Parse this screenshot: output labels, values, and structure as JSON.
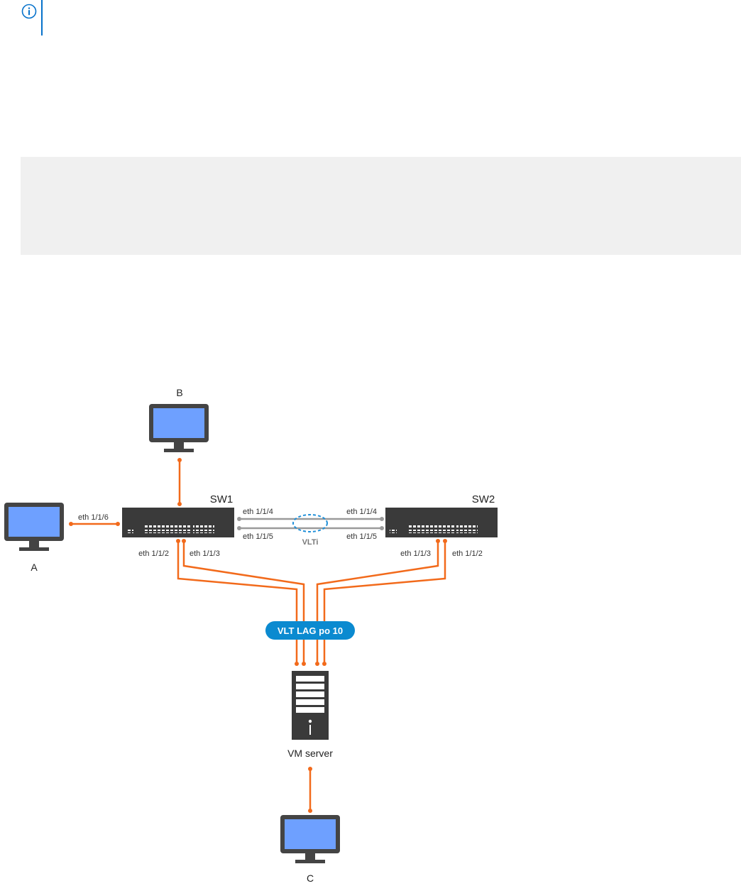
{
  "note": {
    "icon": "info-icon",
    "accent_color": "#0672cb"
  },
  "code_block": {
    "background": "#f0f0f0"
  },
  "diagram": {
    "nodes": {
      "pc_a": "A",
      "pc_b": "B",
      "pc_c": "C",
      "sw1": "SW1",
      "sw2": "SW2",
      "server": "VM server"
    },
    "links": {
      "a_sw1_port": "eth 1/1/6",
      "sw1_vlti_top": "eth 1/1/4",
      "sw1_vlti_bottom": "eth 1/1/5",
      "sw2_vlti_top": "eth 1/1/4",
      "sw2_vlti_bottom": "eth 1/1/5",
      "vlti": "VLTi",
      "sw1_down_left": "eth 1/1/2",
      "sw1_down_right": "eth 1/1/3",
      "sw2_down_left": "eth 1/1/3",
      "sw2_down_right": "eth 1/1/2",
      "lag": "VLT LAG po 10"
    },
    "colors": {
      "link_orange": "#f26a1b",
      "vlti_gray": "#9a9a9a",
      "switch_dark": "#3a3a3a",
      "monitor_frame": "#444444",
      "monitor_screen": "#6ea0ff",
      "lag_badge": "#0b8ad0",
      "vlti_ellipse": "#1f8fd8"
    }
  }
}
